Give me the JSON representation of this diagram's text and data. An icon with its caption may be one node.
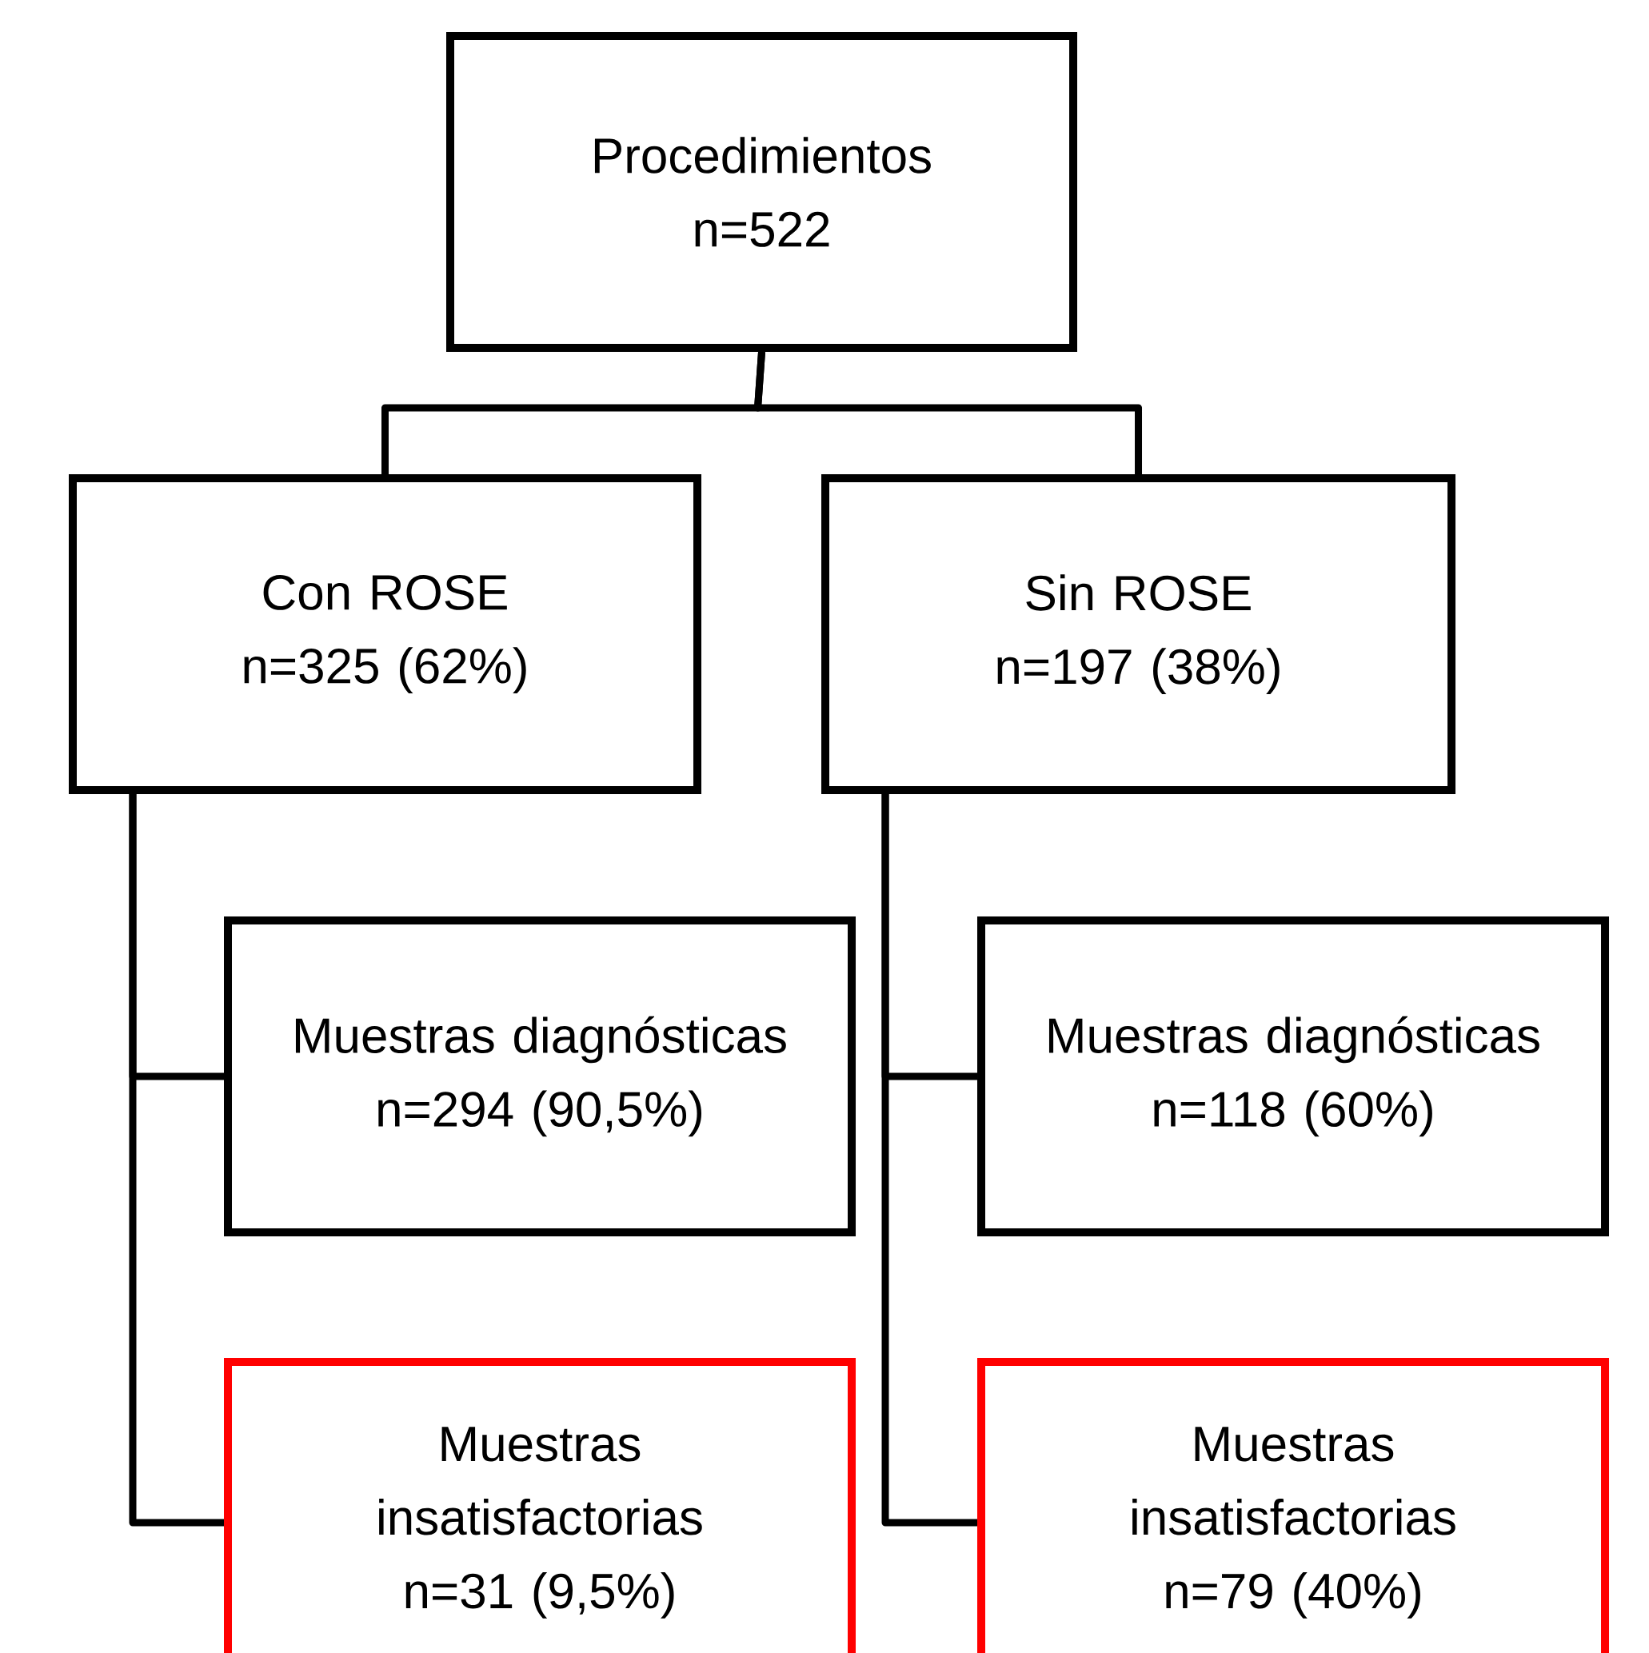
{
  "diagram": {
    "nodes": [
      {
        "text": [
          "Procedimientos",
          "n=522"
        ]
      },
      {
        "text": [
          "Con ROSE",
          "n=325 (62%)"
        ]
      },
      {
        "text": [
          "Sin ROSE",
          "n=197 (38%)"
        ]
      },
      {
        "text": [
          "Muestras diagnósticas",
          "n=294 (90,5%)"
        ]
      },
      {
        "text": [
          "Muestras diagnósticas",
          "n=118 (60%)"
        ]
      },
      {
        "text": [
          "Muestras insatisfactorias",
          "n=31 (9,5%)"
        ]
      },
      {
        "text": [
          "Muestras insatisfactorias",
          "n=79 (40%)"
        ]
      }
    ],
    "edges": [
      {
        "from": 0,
        "to": 1,
        "arrow": "none"
      },
      {
        "from": 0,
        "to": 2,
        "arrow": "none"
      },
      {
        "from": 1,
        "to": 3,
        "arrow": "none"
      },
      {
        "from": 1,
        "to": 5,
        "arrow": "none"
      },
      {
        "from": 2,
        "to": 4,
        "arrow": "none"
      },
      {
        "from": 2,
        "to": 6,
        "arrow": "none"
      }
    ]
  }
}
